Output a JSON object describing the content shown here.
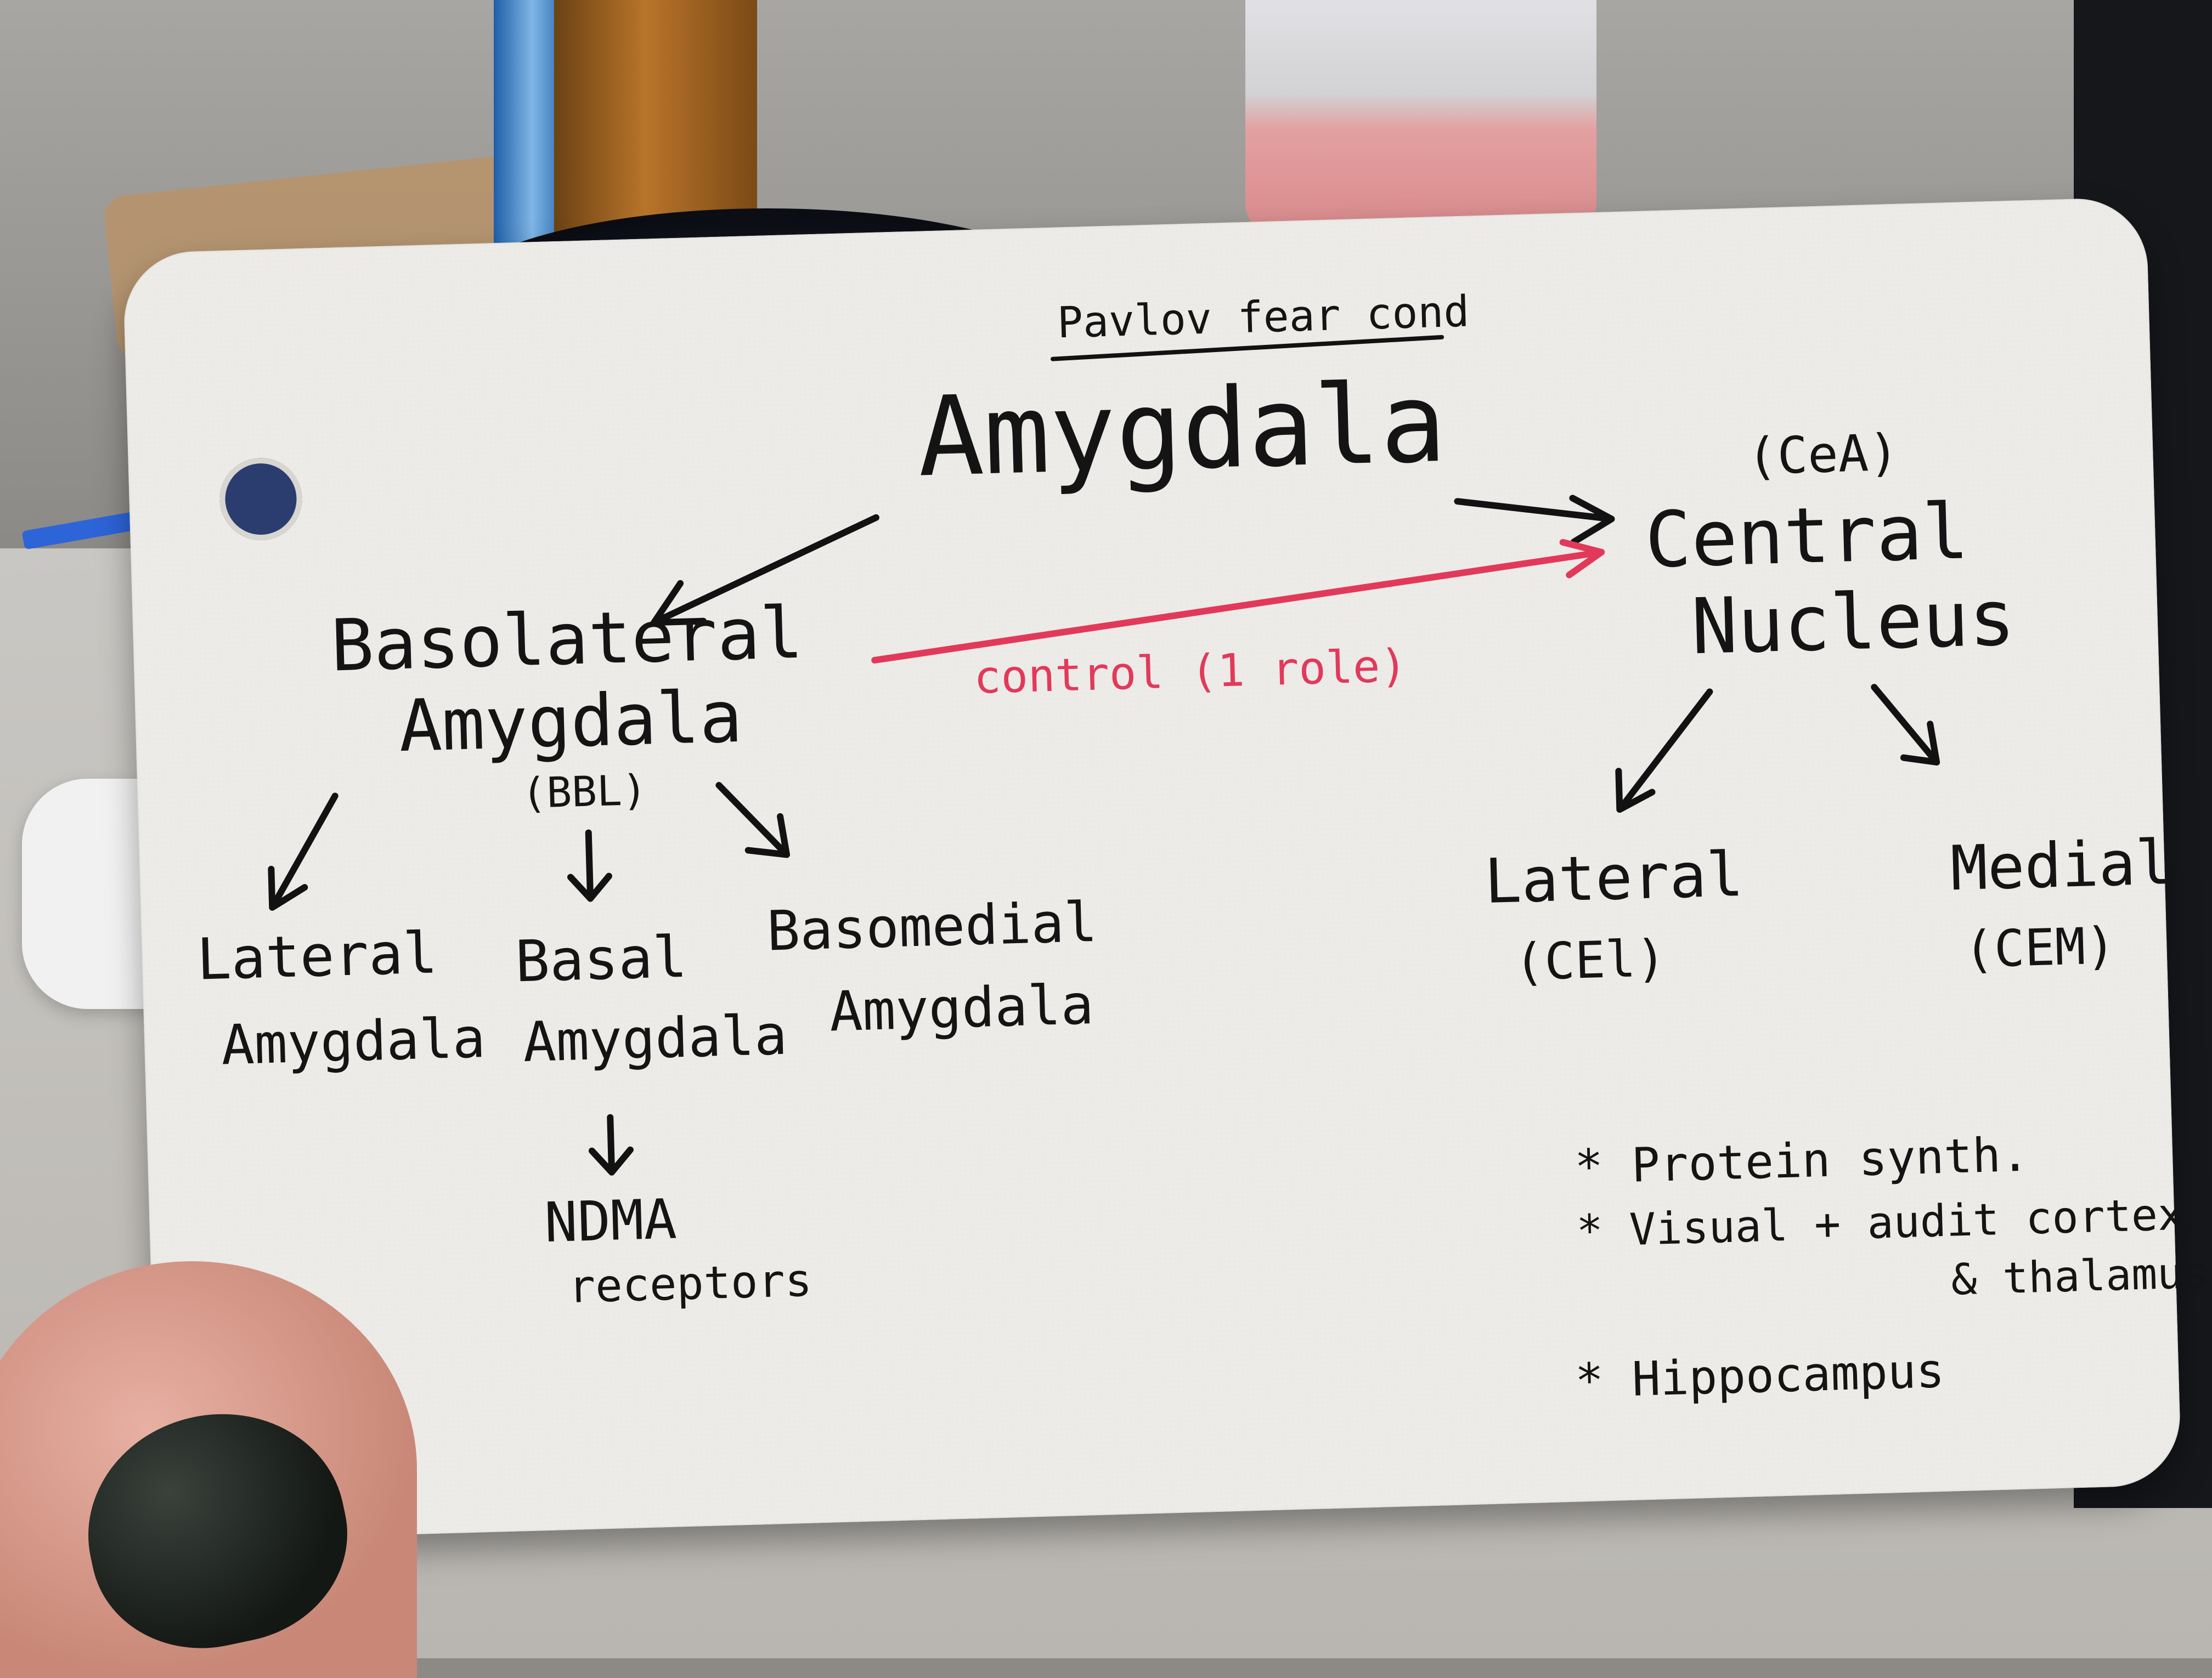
{
  "card": {
    "title": "Pavlov fear cond",
    "root": "Amygdala",
    "left_branch": {
      "name_line1": "Basolateral",
      "name_line2": "Amygdala",
      "abbr": "(BBL)",
      "children": [
        {
          "line1": "Lateral",
          "line2": "Amygdala"
        },
        {
          "line1": "Basal",
          "line2": "Amygdala"
        },
        {
          "line1": "Basomedial",
          "line2": "Amygdala"
        }
      ],
      "sub": {
        "line1": "NDMA",
        "line2": "receptors"
      }
    },
    "connector_label": "control (1 role)",
    "right_branch": {
      "abbr": "(CeA)",
      "name_line1": "Central",
      "name_line2": "Nucleus",
      "children": [
        {
          "line1": "Lateral",
          "line2": "(CEl)"
        },
        {
          "line1": "Medial",
          "line2": "(CEM)"
        }
      ]
    },
    "notes": [
      "* Protein synth.",
      "* Visual + audit cortex",
      "& thalamus",
      "* Hippocampus"
    ]
  },
  "colors": {
    "ink": "#141414",
    "red_ink": "#e2395a",
    "card": "#ecebe7"
  }
}
